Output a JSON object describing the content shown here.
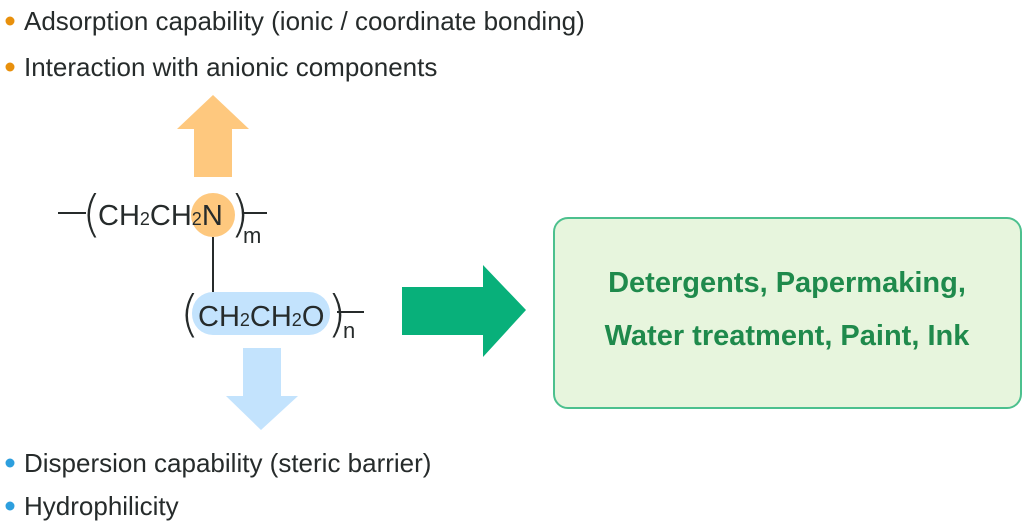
{
  "top_properties": [
    {
      "label": "Adsorption capability (ionic / coordinate bonding)"
    },
    {
      "label": "Interaction with anionic components"
    }
  ],
  "bottom_properties": [
    {
      "label": "Dispersion capability (steric barrier)"
    },
    {
      "label": "Hydrophilicity"
    }
  ],
  "formula": {
    "amine_unit": [
      "CH",
      "2",
      "CH",
      "2",
      "N"
    ],
    "amine_repeat": "m",
    "ether_unit": [
      "CH",
      "2",
      "CH",
      "2",
      "O"
    ],
    "ether_repeat": "n",
    "open_paren": "(",
    "close_paren": ")"
  },
  "applications": {
    "line1": "Detergents, Papermaking,",
    "line2": "Water treatment, Paint, Ink"
  },
  "colors": {
    "orange": "#fec87e",
    "orange_bullet": "#e8900c",
    "blue": "#c3e3fd",
    "blue_bullet": "#2d9fde",
    "green_arrow": "#08b07a",
    "box_fill": "#e7f5dd",
    "box_border": "#4cc08e",
    "box_text": "#1f8a4c"
  }
}
